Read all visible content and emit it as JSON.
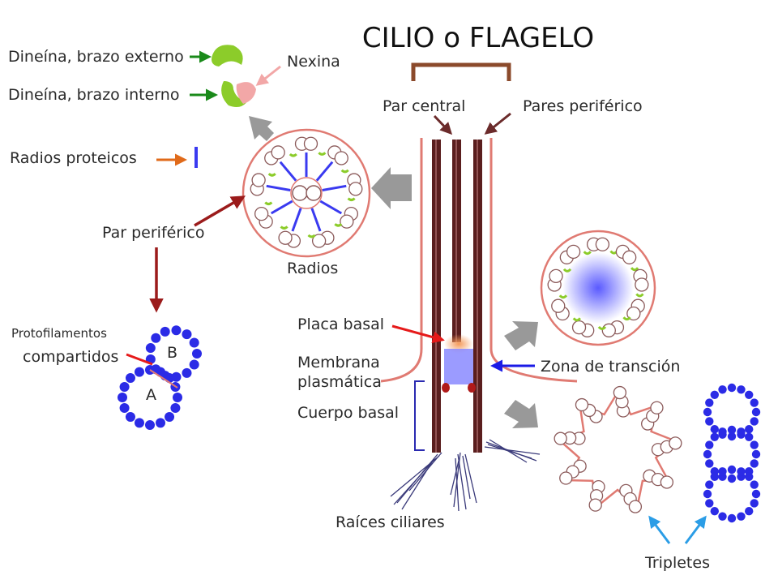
{
  "title": "CILIO o FLAGELO",
  "labels": {
    "dynein_outer": "Dineína, brazo externo",
    "dynein_inner": "Dineína, brazo interno",
    "nexin": "Nexina",
    "radial_spokes": "Radios proteicos",
    "peripheral_pair_left": "Par periférico",
    "radios": "Radios",
    "central_pair": "Par central",
    "peripheral_pairs": "Pares periférico",
    "shared_protofilaments_1": "Protofilamentos",
    "shared_protofilaments_2": "compartidos",
    "tubule_a": "A",
    "tubule_b": "B",
    "basal_plate": "Placa basal",
    "plasma_membrane_1": "Membrana",
    "plasma_membrane_2": "plasmática",
    "transition_zone": "Zona de transción",
    "basal_body": "Cuerpo basal",
    "ciliary_roots": "Raíces ciliares",
    "triplets": "Tripletes"
  },
  "colors": {
    "membrane": "#e07a72",
    "microtubule_blue": "#2b2be6",
    "dynein_green": "#8ccc2a",
    "nexin_pink": "#f2a7a7",
    "arrow_dark_red": "#9b1b1b",
    "arrow_green": "#1a8a1a",
    "arrow_orange": "#e06a1a",
    "arrow_gray": "#999999",
    "arrow_blue": "#2b9de6",
    "bracket_brown": "#8b4a2b",
    "doublet_brown": "#5a1e1e"
  }
}
